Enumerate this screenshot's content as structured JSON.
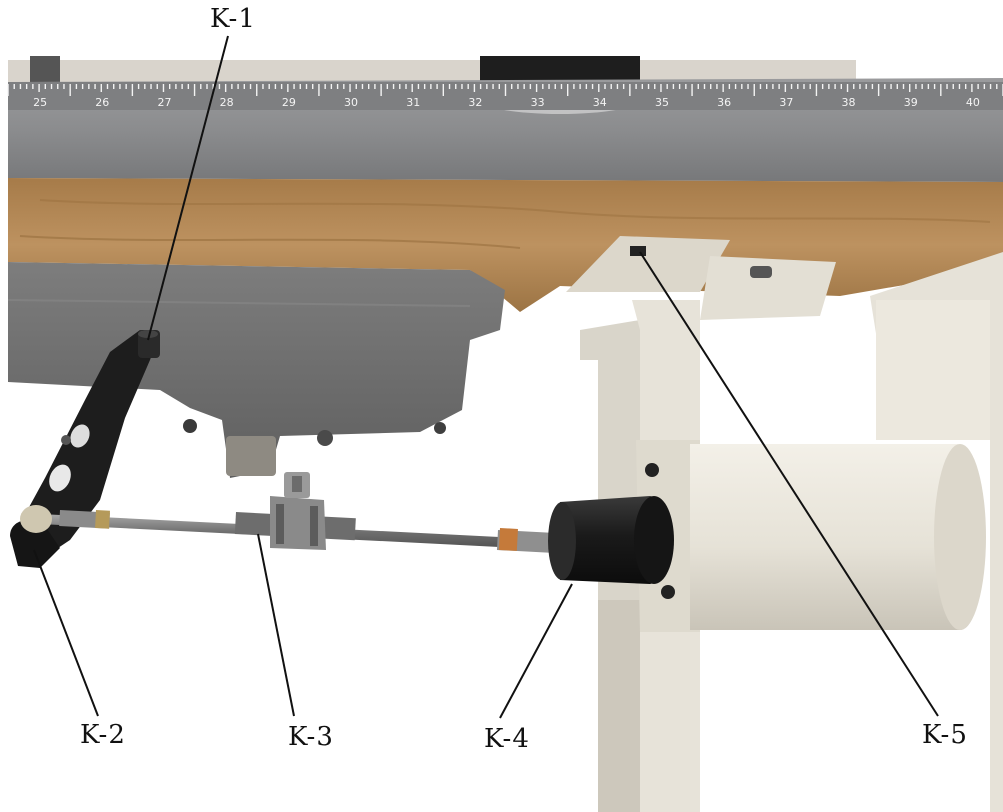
{
  "ruler": {
    "numbers": [
      "25",
      "26",
      "27",
      "28",
      "29",
      "30",
      "31",
      "32",
      "33",
      "34",
      "35",
      "36",
      "37",
      "38",
      "39",
      "40"
    ]
  },
  "callouts": {
    "k1": "K-1",
    "k2": "K-2",
    "k3": "K-3",
    "k4": "K-4",
    "k5": "K-5"
  },
  "colors": {
    "tabletop": "#8a8b8d",
    "ruler_band": "#7e7f81",
    "wood": "#b58a58",
    "machine_body": "#707070",
    "bracket": "#e6e2d8",
    "motor": "#ebe7dd",
    "rod": "#7d7d7d",
    "black_parts": "#1d1d1d",
    "leader_line": "#111111"
  }
}
